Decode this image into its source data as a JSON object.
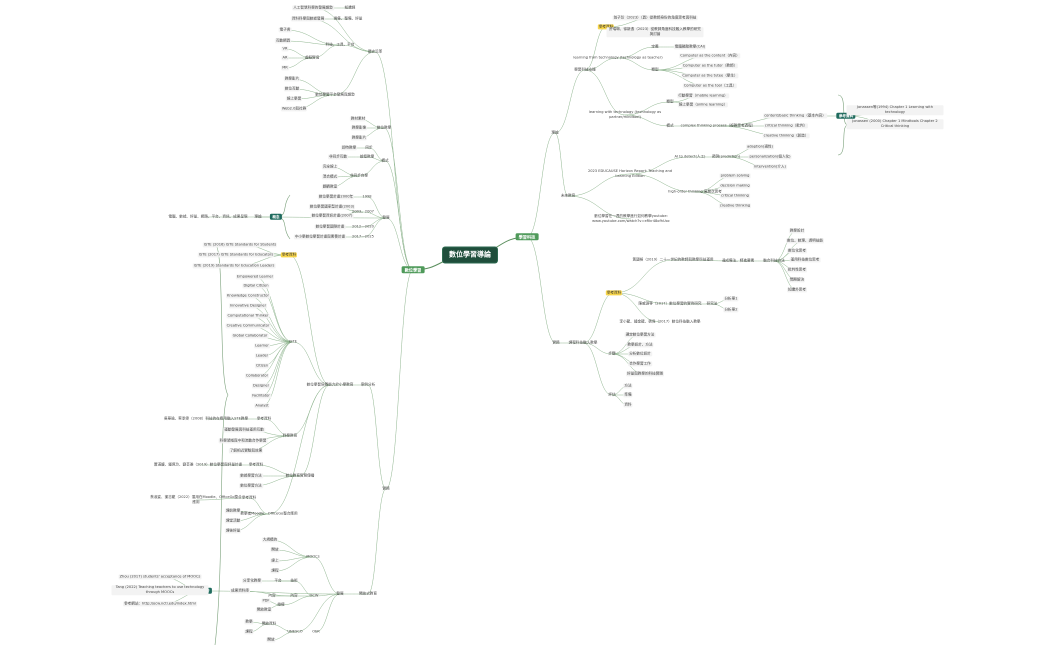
{
  "root": "數位學習導論",
  "branches": {
    "tech": "學習科技",
    "edu": "數位學習"
  },
  "n": {
    "t_theory": "理論",
    "t_practice": "實務",
    "t_support": "學習科技支援",
    "t_refs": "參考資料",
    "t_ref_a": "翁子珍（2023）（頁）從教師身份的角度思考與科技",
    "t_ref_b": "許瑞琳、徐新逸（2023）從教師角度科技融入教學的研究與討論",
    "t_from": "learning from technology (technology as teacher)",
    "t_def": "定義",
    "t_def_v": "電腦輔助教學(CAI)",
    "t_kind": "類型",
    "t_k1": "Computer as the content（內容）",
    "t_k2": "Computer as the tutor（教師）",
    "t_k3": "Computer as the tutee（學生）",
    "t_k4": "Computer as the tool（工具）",
    "t_with": "learning with technology (technology as partner/mindtool)",
    "t_type": "類型",
    "t_m1": "行動學習（mobile learning）",
    "t_m2": "線上學習（online learning）",
    "t_mode": "模式",
    "t_cpp": "complex thinking process（複雜思考過程）",
    "t_c1": "content/basic thinking（基本內容）",
    "t_c2": "critical thinking（批判）",
    "t_c3": "creative thinking（創造）",
    "t_refs2": "參考資料",
    "t_j1": "Jonassen等(1994) Chapter 1 Learning with technology",
    "t_j2": "Jonassen (2000) Chapter 1 Mindtools Chapter 2 Critical thinking",
    "t_future": "未來教育",
    "t_horizon": "2023 EDUCAUSE Horizon Report: Teaching and Learning Edition",
    "t_ai": "AI to detect(人工)",
    "t_ai_p": "預測(prediction)",
    "t_adapt": "adaption(適性)",
    "t_person": "personalization(個人化)",
    "t_interv": "intervention(介入)",
    "t_high": "high-order thinking 高層次思考",
    "t_h1": "problem solving",
    "t_h2": "decision making",
    "t_h3": "critical thinking",
    "t_h4": "creative thinking",
    "t_video": "數位學習在一週的教學進行如何教學youtube: www.youtube.com/watch?v=eRkr48ofhUoc",
    "t_plan": "實務",
    "t_design": "課程科技融入教學",
    "t_refs3": "參考資料",
    "t_p1": "黃國禎（2019）二十一世紀的教師與教學科技運用",
    "t_p1b": "達成備法、精進要素",
    "t_p1c": "融合科技方法",
    "t_s1": "教學設計",
    "t_s2": "數位、數理、透明技能",
    "t_s3": "數位化思考",
    "t_s4": "運用科技數位思考",
    "t_s5": "批判性思考",
    "t_s6": "問題解決",
    "t_s7": "知識外思考",
    "t_p2": "陳威源等（2017）數位學習的實例研究",
    "t_p2b": "研究法",
    "t_x1": "分析單1",
    "t_x2": "分析單2",
    "t_p3": "李小龍、鍾金龍、張偉（2017）數位科技融入教學",
    "t_steps": "步驟",
    "t_st1": "選定數位學習方法",
    "t_st2": "教學設計、方法",
    "t_st3": "分析數位設計",
    "t_st4": "合作學習工作",
    "t_st5": "評量與教學的科技實踐",
    "t_eval": "評估",
    "t_e1": "方法",
    "t_e2": "準備",
    "t_e3": "資料",
    "e_history": "歷史沿革",
    "e_trend": "人工智慧科學的發展趨勢",
    "e_trend_v": "知識經",
    "e_bigdata": "資料科學與數據發展",
    "e_bigdata_v": "搜集、整備、評量",
    "e_media": "電腦科技之發展",
    "e_media_v": "科技、工具、平台",
    "e_m1": "電子書",
    "e_m2": "互動網頁",
    "e_ar": "虛擬實境",
    "e_vr": "VR",
    "e_ar2": "AR",
    "e_mr": "MR",
    "e_plat": "數位學習平台發展與趨勢",
    "e_pl1": "教學影片",
    "e_pl2": "數位互動",
    "e_pl3": "線上學習",
    "e_pl4": "Web2.0與社群",
    "e_content": "數位教學",
    "e_ct1": "教材素材",
    "e_ct2": "教學影像",
    "e_ct3": "教學影片",
    "e_mode": "模式",
    "e_md1": "即時教學",
    "e_md1v": "同步",
    "e_md2": "非同步互動",
    "e_md2v": "論壇教學",
    "e_md3": "非同步自學",
    "e_md3a": "完全線上",
    "e_md3b": "混合模式",
    "e_md3c": "翻轉教室",
    "e_dev": "發展",
    "e_d1": "數位學習計畫2000年",
    "e_d1y": "1998",
    "e_d2": "數位學習國家型計畫(2003)",
    "e_d2y": "2003、2007",
    "e_d3": "數位學習資訊計畫(2007)",
    "e_d4": "數位學習國際計畫",
    "e_d4y": "2012—2020",
    "e_d5": "中小學數位學習計畫與素養計畫",
    "e_d5y": "2017—2025",
    "e_concept": "理論",
    "e_conc_v": "電腦、數據、評量、網路、平台、資訊、成果呈現",
    "e_concept_tag": "概念",
    "e_practice": "實務",
    "e_cases": "案例分析",
    "e_std": "數位學習培養能力於小學教育",
    "e_std_r": "參考資料",
    "e_iste1": "ISTE (2016) ISTE Standards for Students",
    "e_iste2": "ISTE (2017) ISTE Standards for Educators",
    "e_iste3": "ISTE (2019) Standards for Education Leaders",
    "e_iste": "ISTE",
    "e_i1": "Empowered Learner",
    "e_i2": "Digital Citizen",
    "e_i3": "Knowledge Constructor",
    "e_i4": "Innovative Designer",
    "e_i5": "Computational Thinker",
    "e_i6": "Creative Communicator",
    "e_i7": "Global Collaborator",
    "e_i8": "Learner",
    "e_i9": "Leader",
    "e_i10": "Citizen",
    "e_i11": "Collaborator",
    "e_i12": "Designer",
    "e_i13": "Facilitator",
    "e_i14": "Analyst",
    "e_sci": "科學教育",
    "e_sci_r": "參考資料",
    "e_sci_a": "吳華瑜、蔡季雯（2008）科技的在應用融入STE教學",
    "e_sci1": "運動發展與科技運用互動",
    "e_sci2": "科學領域與中和流動合作學習",
    "e_sci3": "了解相近實驗與效果",
    "e_think": "數位教育實務傳播",
    "e_think_r": "參考資料",
    "e_think_a": "蕭滿媛、鍾佩玲、劉芸雅（2019）數位學習與評量計畫",
    "e_th1": "數據學習方法",
    "e_th2": "數位學習方法",
    "e_moodle": "教學者Moodle、OfficeGo整合應用",
    "e_mo_r": "參考資料",
    "e_mo_a": "蔡淑姿、謝志龍（2022）運用在Moodle、OfficeGo整合應用",
    "e_mo1": "課前教學",
    "e_mo2": "課堂活動",
    "e_mo3": "課後評量",
    "e_open": "開放式教育",
    "e_op_rel": "發展",
    "e_mooc": "MOOCs",
    "e_mc1": "大規模的",
    "e_mc2": "開放",
    "e_mc3": "線上",
    "e_mc4": "課程",
    "e_ocw": "OCW",
    "e_oc1": "技術",
    "e_oc1a": "平台",
    "e_oc2": "內容",
    "e_oc2a": "內容",
    "e_oc_a": "分享化教學",
    "e_oc_b": "成果資料庫",
    "e_oc3": "授權",
    "e_oc3a": "PDF",
    "e_oc3b": "開放教室",
    "e_oer": "UNESCO",
    "e_oe_": "OER",
    "e_oe1": "開放資料",
    "e_oe1a": "教學",
    "e_oe1b": "課程",
    "e_oe2": "開放",
    "e_refs_tag": "參考",
    "e_rf1": "Zhou (2017) students' acceptance of MOOCs",
    "e_rf2": "Tang (2022) Teaching teachers to use technology through MOOCs",
    "e_rf3": "參考網站：http://ocw.nctl.edu/index.html"
  }
}
